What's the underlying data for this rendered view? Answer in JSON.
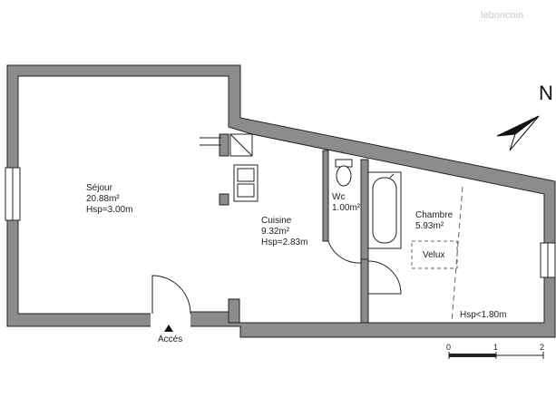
{
  "watermark": "leboncoin",
  "compass": {
    "label": "N"
  },
  "rooms": {
    "sejour": {
      "name": "Séjour",
      "area": "20.88m²",
      "height": "Hsp=3.00m"
    },
    "cuisine": {
      "name": "Cuisine",
      "area": "9.32m²",
      "height": "Hsp=2.83m"
    },
    "wc": {
      "name": "Wc",
      "area": "1.00m²"
    },
    "chambre": {
      "name": "Chambre",
      "area": "5.93m²",
      "height_note": "Hsp<1.80m"
    }
  },
  "velux": {
    "label": "Velux"
  },
  "entrance": {
    "label": "Accés"
  },
  "scale_bar": {
    "ticks": [
      "0",
      "1",
      "2"
    ]
  },
  "colors": {
    "wall": "#8c8c8c",
    "wall_stroke": "#222222",
    "dashed": "#666666"
  }
}
